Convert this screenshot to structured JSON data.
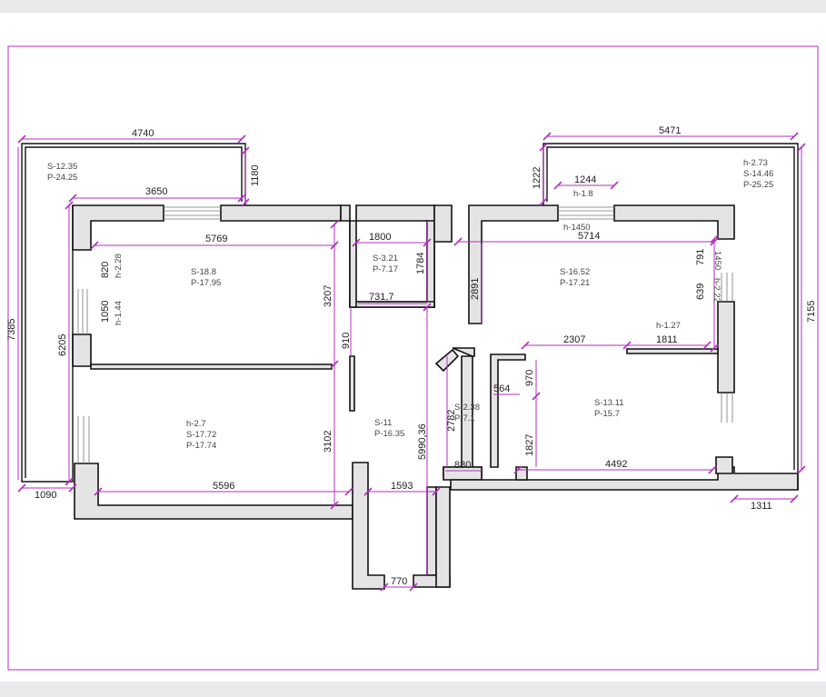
{
  "dimensions": [
    "4740",
    "1180",
    "3650",
    "7385",
    "6205",
    "820",
    "1050",
    "5769",
    "3207",
    "1800",
    "1784",
    "731,7",
    "910",
    "3102",
    "5990,36",
    "5596",
    "1593",
    "770",
    "1090",
    "5471",
    "1222",
    "1244",
    "h-1.8",
    "h-1450",
    "5714",
    "2891",
    "791",
    "1450",
    "639",
    "h-2.22",
    "7155",
    "2307",
    "1811",
    "h-1.27",
    "970",
    "564",
    "2782",
    "880",
    "1827",
    "4492",
    "1311",
    "h-2.28",
    "h-1.44"
  ],
  "rooms": {
    "balcony_left": [
      "S-12.35",
      "P-24.25"
    ],
    "room_top_left": [
      "S-18.8",
      "P-17.95"
    ],
    "room_bottom_left": [
      "h-2.7",
      "S-17.72",
      "P-17.74"
    ],
    "bath": [
      "S-3.21",
      "P-7.17"
    ],
    "hall": [
      "S-11",
      "P-16.35"
    ],
    "wc": [
      "S-2.38",
      "P-7.1"
    ],
    "room_top_right": [
      "S-16.52",
      "P-17.21"
    ],
    "kitchen": [
      "S-13.11",
      "P-15.7"
    ],
    "balcony_right": [
      "h-2.73",
      "S-14.46",
      "P-25.25"
    ]
  }
}
